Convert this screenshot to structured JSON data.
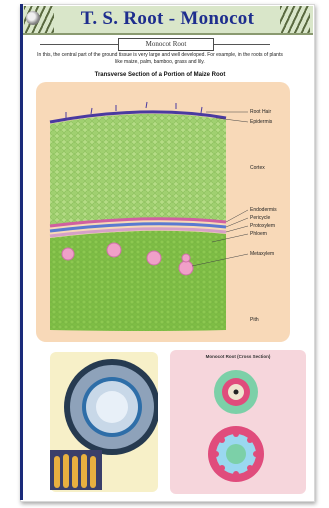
{
  "header": {
    "title": "T. S. Root - Monocot"
  },
  "subtitle": "Monocot Root",
  "intro": "In this, the central part of the ground tissue is very large and well developed. For example, in the roots of plants like maize, palm, bamboo, grass and lily.",
  "section_title": "Transverse Section of a Portion of Maize Root",
  "labels": {
    "root_hair": "Root Hair",
    "epidermis": "Epidermis",
    "cortex": "Cortex",
    "endodermis": "Endodermis",
    "pericycle": "Pericycle",
    "protoxylem": "Protoxylem",
    "phloem": "Phloem",
    "metaxylem": "Metaxylem",
    "pith": "Pith"
  },
  "inset_title": "Monocot Root (Cross Section)",
  "colors": {
    "title": "#1e2e8e",
    "panel": "#f8d9b8",
    "cortex": "#a8d67a",
    "pith": "#8cc850",
    "endodermis": "#d060a0",
    "pericycle": "#5a7ad0",
    "xylem": "#f0a0c8"
  }
}
